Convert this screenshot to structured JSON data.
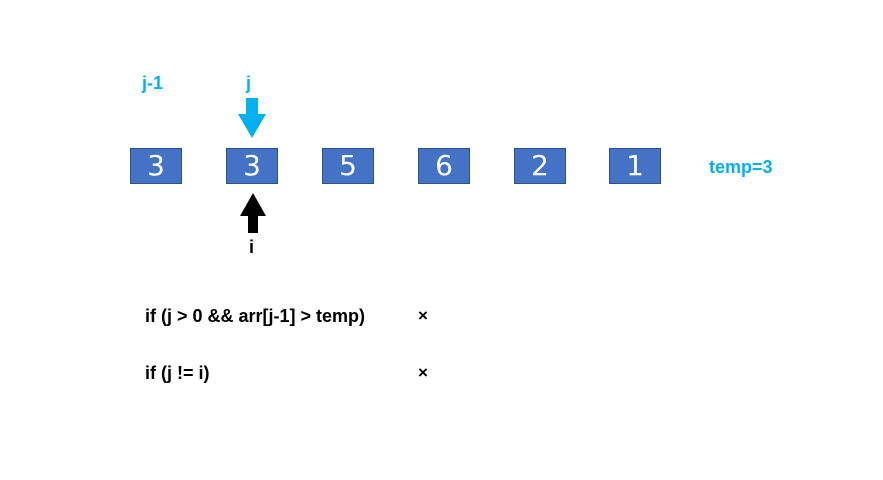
{
  "array": {
    "cells": [
      "3",
      "3",
      "5",
      "6",
      "2",
      "1"
    ]
  },
  "pointers": {
    "j_minus_1_label": "j-1",
    "j_label": "j",
    "i_label": "i"
  },
  "temp_text": "temp=3",
  "conditions": [
    {
      "code": "if (j > 0 && arr[j-1] > temp)",
      "result": "×"
    },
    {
      "code": "if (j != i)",
      "result": "×"
    }
  ],
  "colors": {
    "accent_blue": "#00b0f0",
    "cell_fill": "#4472c4",
    "cell_border": "#2f528f",
    "pointer_i": "#000000"
  },
  "icons": {
    "j_pointer": "arrow-down-icon",
    "i_pointer": "arrow-up-icon"
  }
}
